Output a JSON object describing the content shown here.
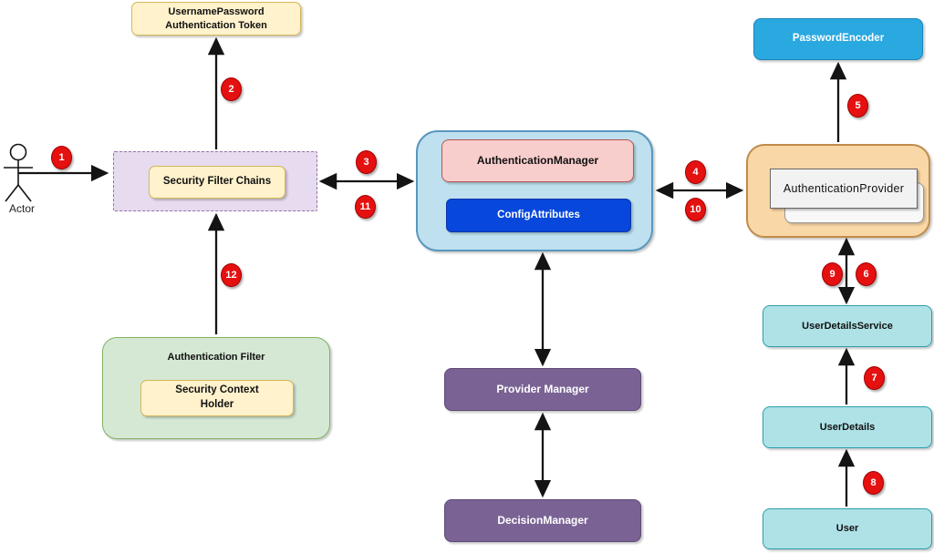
{
  "actor": {
    "label": "Actor"
  },
  "nodes": {
    "token": {
      "label": "UsernamePassword\nAuthentication Token"
    },
    "security_filter_chains": {
      "label": "Security Filter Chains"
    },
    "authentication_manager": {
      "label": "AuthenticationManager"
    },
    "config_attributes": {
      "label": "ConfigAttributes"
    },
    "password_encoder": {
      "label": "PasswordEncoder"
    },
    "authentication_provider": {
      "label": "AuthenticationProvider"
    },
    "user_details_service": {
      "label": "UserDetailsService"
    },
    "user_details": {
      "label": "UserDetails"
    },
    "user": {
      "label": "User"
    },
    "authentication_filter": {
      "label": "Authentication Filter"
    },
    "security_context_holder": {
      "label": "Security Context\nHolder"
    },
    "provider_manager": {
      "label": "Provider Manager"
    },
    "decision_manager": {
      "label": "DecisionManager"
    }
  },
  "badges": {
    "b1": "1",
    "b2": "2",
    "b3": "3",
    "b4": "4",
    "b5": "5",
    "b6": "6",
    "b7": "7",
    "b8": "8",
    "b9": "9",
    "b10": "10",
    "b11": "11",
    "b12": "12"
  },
  "colors": {
    "cream": "#FFF2CC",
    "cream_border": "#D6B656",
    "lavender": "#E7DBEF",
    "lavender_border": "#9673A6",
    "container_blue": "#BEE0EF",
    "container_blue_border": "#5898BD",
    "pink": "#F8CECC",
    "pink_border": "#B85450",
    "royal_blue": "#0847DB",
    "royal_blue_border": "#0A35A8",
    "sky_blue": "#2AA8E0",
    "sky_blue_border": "#1B86BC",
    "orange": "#FAD7A6",
    "orange_border": "#C08C4A",
    "gray_box": "#F2F2F2",
    "gray_box_border": "#666666",
    "teal": "#AEE2E6",
    "teal_border": "#2B9FAC",
    "green": "#D5E8D4",
    "green_border": "#82B366",
    "purple": "#7A6394",
    "purple_border": "#5D4A75",
    "badge_red": "#E51010",
    "badge_red_border": "#A30000",
    "arrow_black": "#141414"
  }
}
